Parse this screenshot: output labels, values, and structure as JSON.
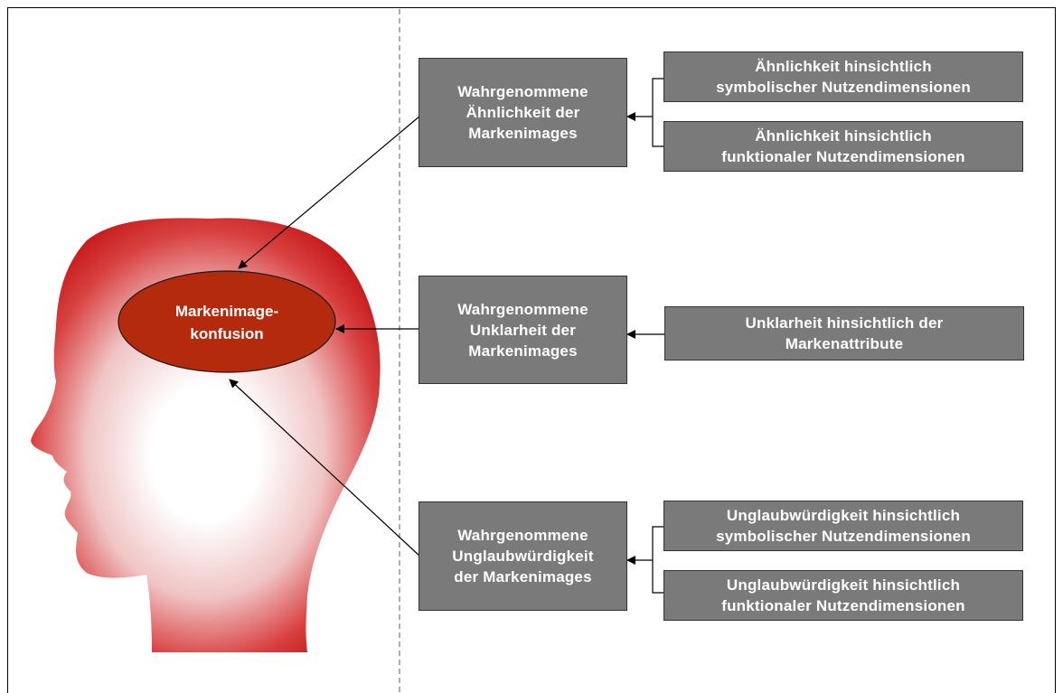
{
  "center": {
    "label": "Markenimage-\nkonfusion"
  },
  "factors": [
    {
      "label": "Wahrgenommene\nÄhnlichkeit der\nMarkenimages",
      "sub": [
        "Ähnlichkeit hinsichtlich\nsymbolischer  Nutzendimensionen",
        "Ähnlichkeit hinsichtlich\nfunktionaler Nutzendimensionen"
      ]
    },
    {
      "label": "Wahrgenommene\nUnklarheit der\nMarkenimages",
      "sub": [
        "Unklarheit hinsichtlich der\nMarkenattribute"
      ]
    },
    {
      "label": "Wahrgenommene\nUnglaubwürdigkeit\nder Markenimages",
      "sub": [
        "Unglaubwürdigkeit hinsichtlich\nsymbolischer  Nutzendimensionen",
        "Unglaubwürdigkeit hinsichtlich\nfunktionaler Nutzendimensionen"
      ]
    }
  ],
  "colors": {
    "head_red": "#cc1111",
    "head_light": "#ffffff",
    "ellipse_fill": "#b42a0c",
    "box_fill": "#7a7a7a"
  }
}
